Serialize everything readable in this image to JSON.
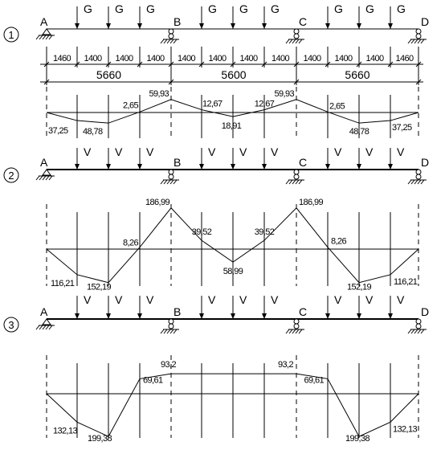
{
  "supports": [
    "A",
    "B",
    "C",
    "D"
  ],
  "cases": [
    {
      "number": "1",
      "load_symbol": "G",
      "spans_segments": [
        "1460",
        "1400",
        "1400",
        "1400",
        "1400",
        "1400",
        "1400",
        "1400",
        "1400",
        "1400",
        "1400",
        "1460"
      ],
      "spans_total": [
        "5660",
        "5600",
        "5660"
      ],
      "moment_values": [
        {
          "value": 0,
          "label": ""
        },
        {
          "value": -37.25,
          "label": "37,25"
        },
        {
          "value": -48.78,
          "label": "48,78"
        },
        {
          "value": 2.65,
          "label": "2,65"
        },
        {
          "value": 59.93,
          "label": "59,93"
        },
        {
          "value": 12.67,
          "label": "12,67"
        },
        {
          "value": -18.91,
          "label": "18,91"
        },
        {
          "value": 12.67,
          "label": "12,67"
        },
        {
          "value": 59.93,
          "label": "59,93"
        },
        {
          "value": 2.65,
          "label": "2,65"
        },
        {
          "value": -48.78,
          "label": "48,78"
        },
        {
          "value": -37.25,
          "label": "37,25"
        },
        {
          "value": 0,
          "label": ""
        }
      ]
    },
    {
      "number": "2",
      "load_symbol": "V",
      "moment_values": [
        {
          "value": 0,
          "label": ""
        },
        {
          "value": -116.21,
          "label": "116,21"
        },
        {
          "value": -152.19,
          "label": "152,19"
        },
        {
          "value": 8.26,
          "label": "8,26"
        },
        {
          "value": 186.99,
          "label": "186,99"
        },
        {
          "value": 39.52,
          "label": "39,52"
        },
        {
          "value": -58.99,
          "label": "58,99"
        },
        {
          "value": 39.52,
          "label": "39,52"
        },
        {
          "value": 186.99,
          "label": "186,99"
        },
        {
          "value": 8.26,
          "label": "8,26"
        },
        {
          "value": -152.19,
          "label": "152,19"
        },
        {
          "value": -116.21,
          "label": "116,21"
        },
        {
          "value": 0,
          "label": ""
        }
      ]
    },
    {
      "number": "3",
      "load_symbol": "V",
      "moment_values": [
        {
          "value": 0,
          "label": ""
        },
        {
          "value": -132.13,
          "label": "132,13"
        },
        {
          "value": -199.38,
          "label": "199,38"
        },
        {
          "value": 69.61,
          "label": "69,61"
        },
        {
          "value": 93.2,
          "label": "93,2"
        },
        {
          "value": 93.2,
          "label": ""
        },
        {
          "value": 93.2,
          "label": ""
        },
        {
          "value": 93.2,
          "label": ""
        },
        {
          "value": 93.2,
          "label": "93,2"
        },
        {
          "value": 69.61,
          "label": "69,61"
        },
        {
          "value": -199.38,
          "label": "199,38"
        },
        {
          "value": -132.13,
          "label": "132,13"
        },
        {
          "value": 0,
          "label": ""
        }
      ]
    }
  ]
}
